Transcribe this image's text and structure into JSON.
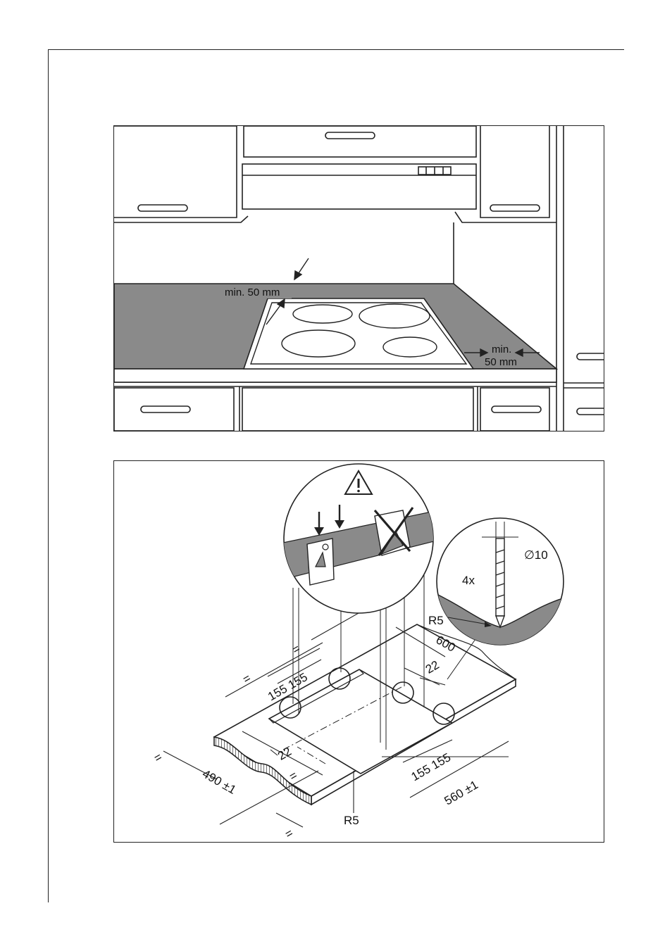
{
  "kitchen_figure": {
    "clearance_back_label": "min. 50 mm",
    "clearance_side_label_line1": "min.",
    "clearance_side_label_line2": "50 mm"
  },
  "cutout_figure": {
    "warning_icon": "warning-triangle-icon",
    "screw_count_label": "4x",
    "hole_diameter_label": "∅10",
    "corner_radius_detail_label": "R5",
    "corner_radius_label": "R5",
    "width_label": "600",
    "cutout_width_label": "560 ±1",
    "cutout_depth_label": "490 ±1",
    "clip_spacing_front_label": "155 155",
    "clip_spacing_left_label": "155 155",
    "clip_offset_back_label": "22",
    "clip_offset_front_label": "22",
    "equal_mark": "="
  },
  "colors": {
    "line": "#222222",
    "worktop": "#8a8a8a",
    "cutout_fill": "#ffffff"
  }
}
